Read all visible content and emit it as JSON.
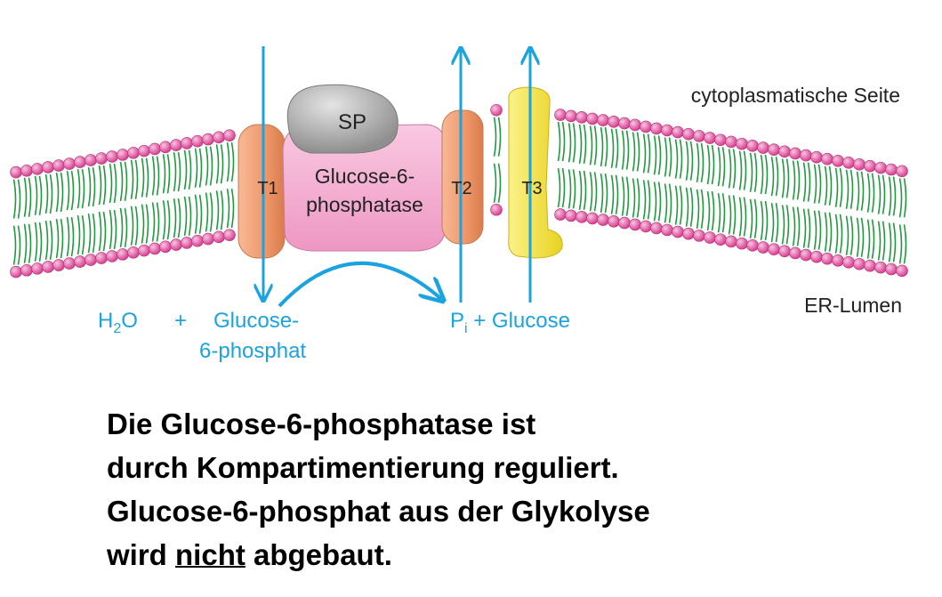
{
  "diagram": {
    "side_top": "cytoplasmatische Seite",
    "side_bottom": "ER-Lumen",
    "sp_label": "SP",
    "enzyme_label_line1": "Glucose-6-",
    "enzyme_label_line2": "phosphatase",
    "transporters": {
      "t1": "T1",
      "t2": "T2",
      "t3": "T3"
    },
    "reaction_left": {
      "water": "H",
      "water_sub": "2",
      "water_end": "O",
      "plus": "+",
      "substrate_line1": "Glucose-",
      "substrate_line2": "6-phosphat"
    },
    "reaction_right": {
      "pi": "P",
      "pi_sub": "i",
      "rest": " + Glucose"
    }
  },
  "caption": {
    "line1": "Die Glucose-6-phosphatase ist",
    "line2": "durch Kompartimentierung reguliert.",
    "line3": "Glucose-6-phosphat aus der Glykolyse",
    "line4_before": "wird ",
    "line4_underlined": "nicht",
    "line4_after": " abgebaut."
  },
  "colors": {
    "arrow": "#1aa3e0",
    "head": "#d83f91",
    "tail": "#1f9a3c",
    "transporter": "#f0a27a",
    "t3": "#f7e84a",
    "enzyme": "#f3a9cf",
    "sp": "#b5b5b5"
  }
}
